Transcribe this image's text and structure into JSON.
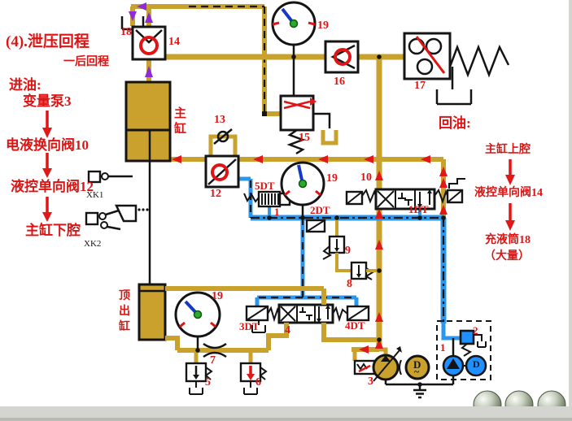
{
  "slide": {
    "step_title": "(4).泄压回程",
    "step_subtitle": "一后回程"
  },
  "left_column": {
    "heading": "进油:",
    "step1": "变量泵3",
    "step2": "电液换向阀10",
    "step3": "液控单向阀12",
    "step4": "主缸下腔"
  },
  "right_column": {
    "heading": "回油:",
    "step1": "主缸上腔",
    "step2": "液控单向阀14",
    "step3": "充液筒18",
    "step3_note": "（大量）"
  },
  "cylinders": {
    "main": "主缸",
    "ejector": "顶出缸"
  },
  "switches": {
    "xk1": "XK1",
    "xk2": "XK2"
  },
  "solenoids": {
    "s1dt": "1DT",
    "s2dt": "2DT",
    "s3dt": "3DT",
    "s4dt": "4DT",
    "s5dt": "5DT"
  },
  "motors": {
    "main": "D",
    "aux": "D",
    "ac_mark": "~"
  },
  "components": {
    "n18": "18",
    "n14": "14",
    "n19_top": "19",
    "n19_mid": "19",
    "n19_bottom": "19",
    "n16": "16",
    "n17": "17",
    "n15": "15",
    "n13": "13",
    "n12": "12",
    "n10": "10",
    "n9": "9",
    "n8": "8",
    "n7": "7",
    "n6": "6",
    "n5": "5",
    "n4": "4",
    "n3": "3",
    "n2": "2",
    "n1_valve": "1",
    "n1_pump": "1"
  },
  "colors": {
    "pipe_gold": "#C8A22C",
    "pipe_blue": "#2B97EC",
    "flow_red": "#E01818",
    "flow_purple": "#8E2BD6",
    "label_red": "#DC1414",
    "needle_blue": "#1638C8",
    "hub_green": "#2FA82F",
    "pump_blue_fill": "#1E90FF",
    "cylinder_fill": "#C9A12C"
  }
}
